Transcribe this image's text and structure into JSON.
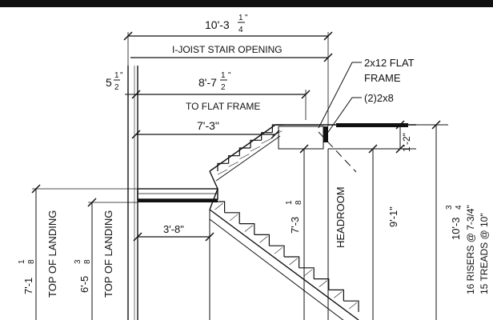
{
  "dimensions": {
    "opening_width": {
      "whole": "10'-3",
      "num": "1",
      "den": "4",
      "tail": "\""
    },
    "opening_label": "I-JOIST STAIR OPENING",
    "joist_depth": {
      "whole": "5",
      "num": "1",
      "den": "2",
      "tail": "\""
    },
    "to_flat_frame": {
      "whole": "8'-7",
      "num": "1",
      "den": "2",
      "tail": "\""
    },
    "to_flat_frame_label": "TO FLAT FRAME",
    "upper_run": "7'-3\"",
    "landing_width": "3'-8\"",
    "flat_frame_drop": "1'-2\"",
    "top_landing_1": {
      "whole": "7'-1",
      "num": "1",
      "den": "8",
      "tail": "\""
    },
    "top_landing_2": {
      "whole": "6'-5",
      "num": "3",
      "den": "8",
      "tail": "\""
    },
    "top_landing_label": "TOP OF LANDING",
    "headroom_dim": {
      "whole": "7'-3",
      "num": "1",
      "den": "8",
      "tail": "\""
    },
    "headroom_label": "HEADROOM",
    "floor_to_frame": "9'-1\"",
    "total_rise": {
      "whole": "10'-3",
      "num": "3",
      "den": "4",
      "tail": "\""
    },
    "risers_note": "16 RISERS @ 7-3/4\"",
    "treads_note": "15 TREADS @ 10\""
  },
  "callouts": {
    "flat_frame_line1": "2x12 FLAT",
    "flat_frame_line2": "FRAME",
    "double_2x8": "(2)2x8"
  },
  "colors": {
    "ink": "#111111",
    "paper": "#ffffff"
  }
}
